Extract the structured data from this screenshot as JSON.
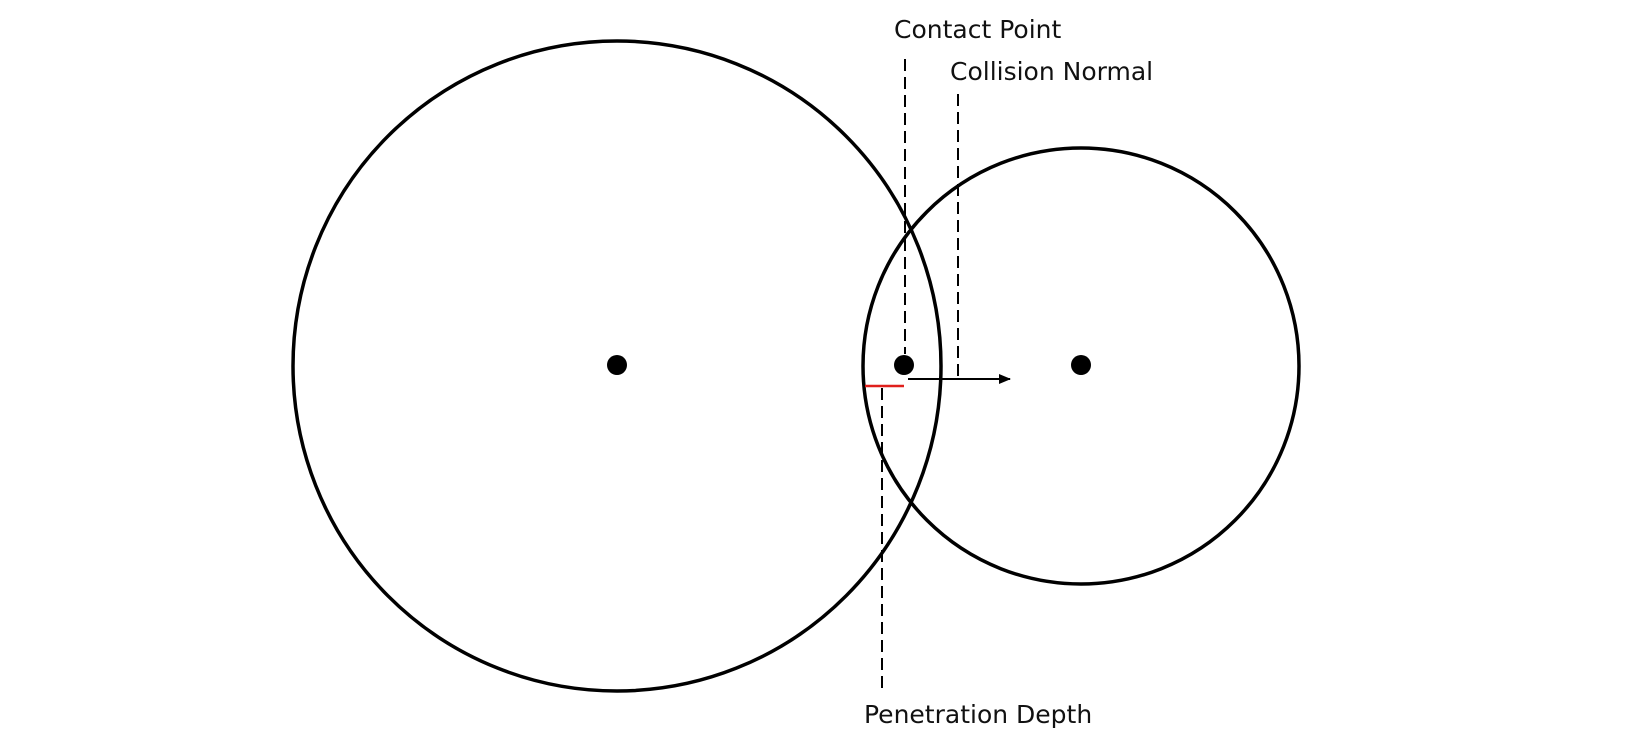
{
  "labels": {
    "contact_point": "Contact Point",
    "collision_normal": "Collision Normal",
    "penetration_depth": "Penetration Depth"
  },
  "colors": {
    "stroke": "#000000",
    "penetration": "#e0201c",
    "background": "#ffffff"
  }
}
